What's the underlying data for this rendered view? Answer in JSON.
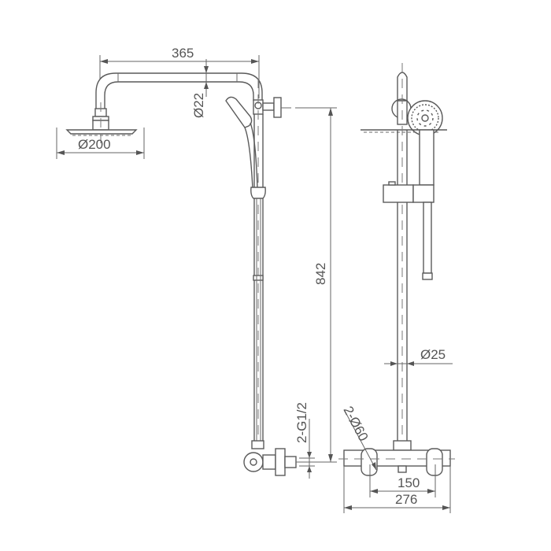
{
  "diagram": {
    "subject": "Shower column technical drawing",
    "views": [
      "side-view",
      "front-view"
    ],
    "dimensions": {
      "arm_length": "365",
      "arm_diameter": "Ø22",
      "head_diameter": "Ø200",
      "column_height": "842",
      "rail_diameter": "Ø25",
      "inlet_thread": "2-G1/2",
      "escutcheon_diameter": "2-Ø60",
      "inlet_centers": "150",
      "mixer_width": "276"
    },
    "colors": {
      "line": "#5a5a5a",
      "text": "#555555",
      "background": "#ffffff"
    }
  }
}
